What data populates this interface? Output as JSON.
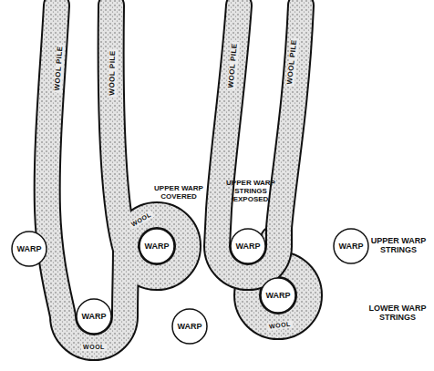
{
  "diagram": {
    "nodes": [
      {
        "text": [
          "WARP"
        ]
      },
      {
        "text": [
          "WARP"
        ]
      },
      {
        "text": [
          "WARP"
        ]
      },
      {
        "text": [
          "WARP"
        ]
      },
      {
        "text": [
          "WARP"
        ]
      },
      {
        "text": [
          "WARP"
        ]
      },
      {
        "text": [
          "WARP"
        ]
      }
    ],
    "labels": [
      "WOOL PILE",
      "WOOL PILE",
      "WOOL PILE",
      "WOOL PILE",
      "WOOL",
      "WOOL",
      "WOOL",
      "UPPER WARP COVERED",
      "UPPER WARP STRINGS EXPOSED",
      "UPPER WARP STRINGS",
      "LOWER WARP STRINGS"
    ]
  }
}
